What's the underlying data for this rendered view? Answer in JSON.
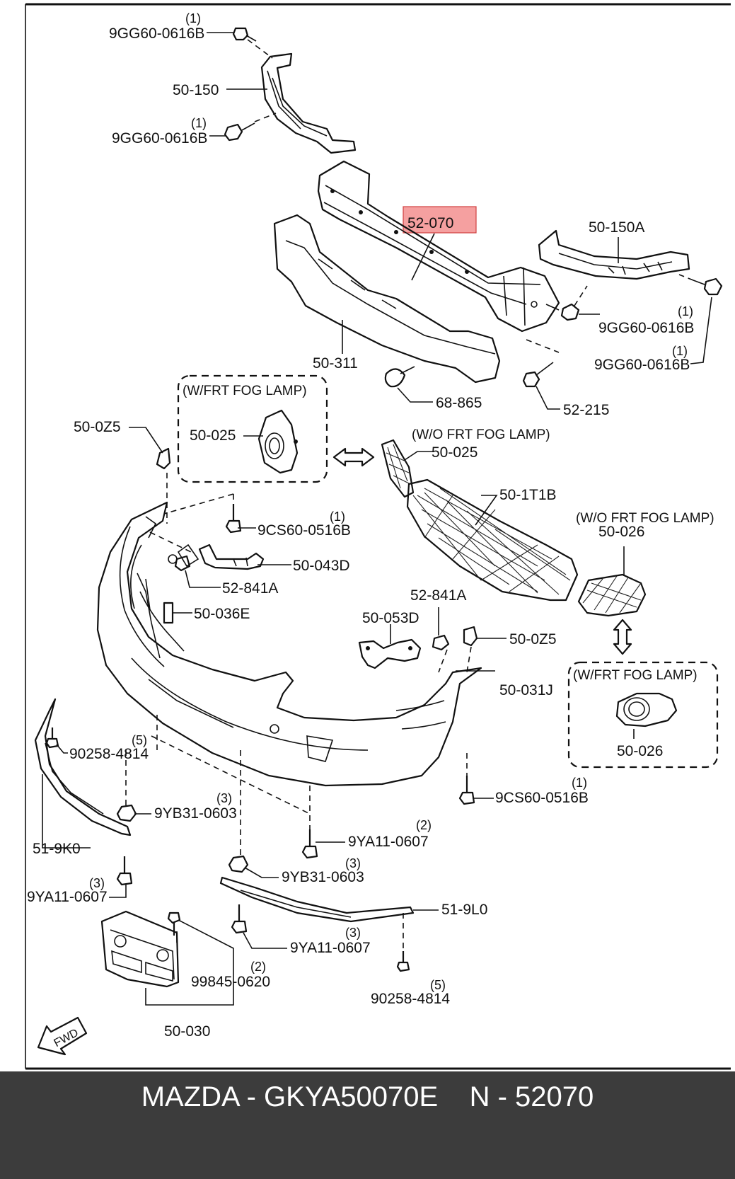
{
  "footer": {
    "caption": "MAZDA - GKYA50070E    N - 52070"
  },
  "highlight": {
    "part_number": "52-070",
    "color": "#f5a0a0"
  },
  "groups": {
    "fog_lamp_left": "(W/FRT FOG LAMP)",
    "no_fog_lamp_grille": "(W/O FRT FOG LAMP)",
    "no_fog_lamp_right": "(W/O FRT FOG LAMP)",
    "fog_lamp_right": "(W/FRT FOG LAMP)"
  },
  "labels": {
    "bolt_top_1": "9GG60-0616B",
    "bolt_top_1_qty": "(1)",
    "bracket_left": "50-150",
    "bolt_top_2": "9GG60-0616B",
    "bolt_top_2_qty": "(1)",
    "bracket_right": "50-150A",
    "bolt_right_1": "9GG60-0616B",
    "bolt_right_1_qty": "(1)",
    "bolt_right_2": "9GG60-0616B",
    "bolt_right_2_qty": "(1)",
    "absorber": "50-311",
    "clip_68": "68-865",
    "bolt_52_215": "52-215",
    "fog_bezel_left": "50-025",
    "clip_left_top": "50-0Z5",
    "bezel_no_fog_left": "50-025",
    "grille": "50-1T1B",
    "bolt_cs_upper": "9CS60-0516B",
    "bolt_cs_upper_qty": "(1)",
    "bracket_043d": "50-043D",
    "nut_841a_left": "52-841A",
    "bracket_036e": "50-036E",
    "bezel_no_fog_right": "50-026",
    "nut_841a_right": "52-841A",
    "bracket_053d": "50-053D",
    "clip_right": "50-0Z5",
    "bumper": "50-031J",
    "fog_bezel_right": "50-026",
    "screw_left": "90258-4814",
    "screw_left_qty": "(5)",
    "nut_yb_left": "9YB31-0603",
    "nut_yb_left_qty": "(3)",
    "bolt_cs_lower": "9CS60-0516B",
    "bolt_cs_lower_qty": "(1)",
    "lip_left": "51-9K0",
    "bolt_ya_mid": "9YA11-0607",
    "bolt_ya_mid_qty": "(2)",
    "bolt_ya_left": "9YA11-0607",
    "bolt_ya_left_qty": "(3)",
    "nut_yb_mid": "9YB31-0603",
    "nut_yb_mid_qty": "(3)",
    "lip_right": "51-9L0",
    "bolt_ya_lower": "9YA11-0607",
    "bolt_ya_lower_qty": "(3)",
    "screw_plate": "99845-0620",
    "screw_plate_qty": "(2)",
    "screw_right": "90258-4814",
    "screw_right_qty": "(5)",
    "plate_bracket": "50-030",
    "fwd": "FWD"
  }
}
